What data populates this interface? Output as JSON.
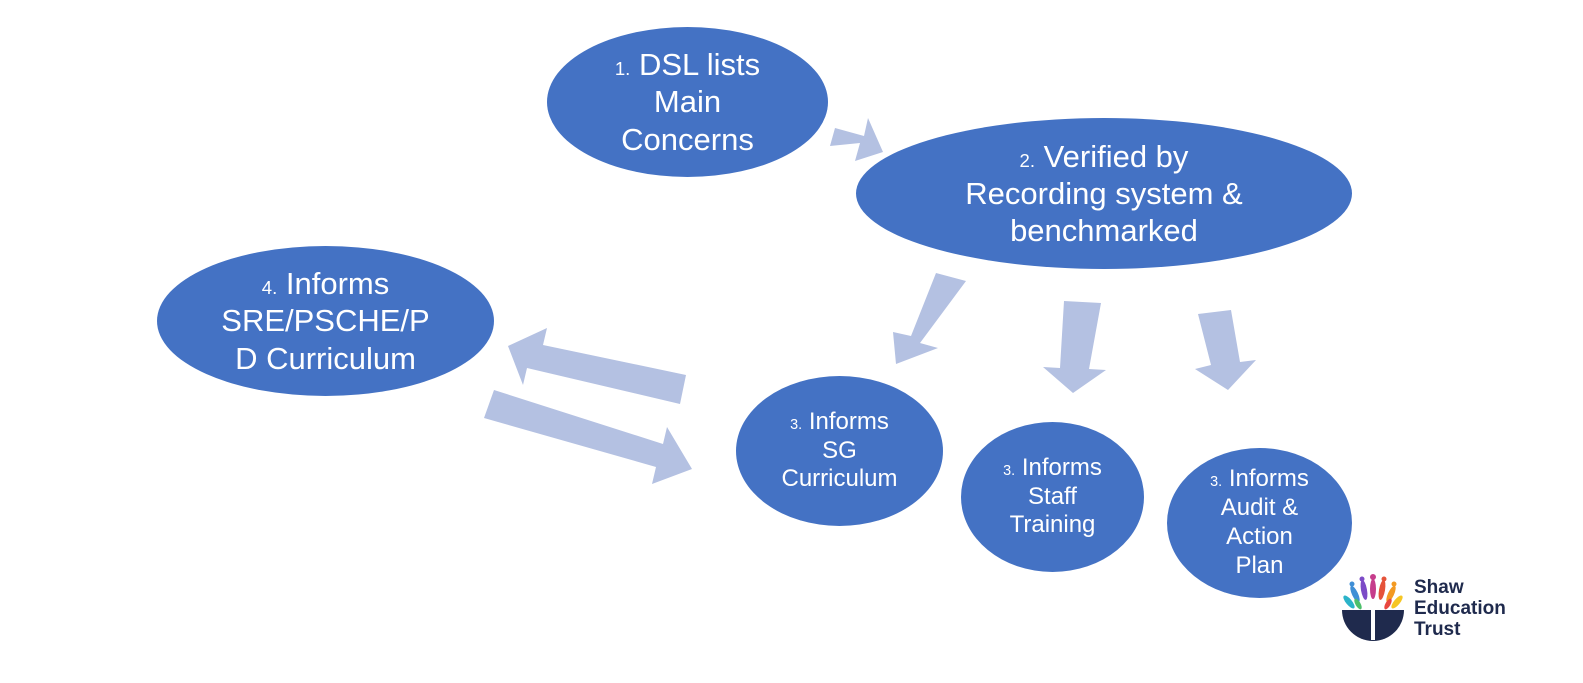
{
  "nodes": {
    "n1": {
      "num": "1.",
      "lines": [
        "DSL lists",
        "Main",
        "Concerns"
      ]
    },
    "n2": {
      "num": "2.",
      "lines": [
        "Verified by",
        "Recording system &",
        "benchmarked"
      ]
    },
    "n4": {
      "num": "4.",
      "lines": [
        "Informs",
        "SRE/PSCHE/P",
        "D Curriculum"
      ]
    },
    "n3a": {
      "num": "3.",
      "lines": [
        "Informs",
        "SG",
        "Curriculum"
      ]
    },
    "n3b": {
      "num": "3.",
      "lines": [
        "Informs",
        "Staff",
        "Training"
      ]
    },
    "n3c": {
      "num": "3.",
      "lines": [
        "Informs",
        "Audit &",
        "Action",
        "Plan"
      ]
    }
  },
  "logo": {
    "line1": "Shaw",
    "line2": "Education",
    "line3": "Trust"
  },
  "colors": {
    "node_fill": "#4472c4",
    "arrow_fill": "#b4c1e2",
    "node_text": "#ffffff",
    "logo_text": "#1f2a4d"
  },
  "arrows": [
    {
      "from": "n1",
      "to": "n2"
    },
    {
      "from": "n2",
      "to": "n3a"
    },
    {
      "from": "n2",
      "to": "n3b"
    },
    {
      "from": "n2",
      "to": "n3c"
    },
    {
      "from": "n3a",
      "to": "n4"
    },
    {
      "from": "n4",
      "to": "n3a"
    }
  ]
}
